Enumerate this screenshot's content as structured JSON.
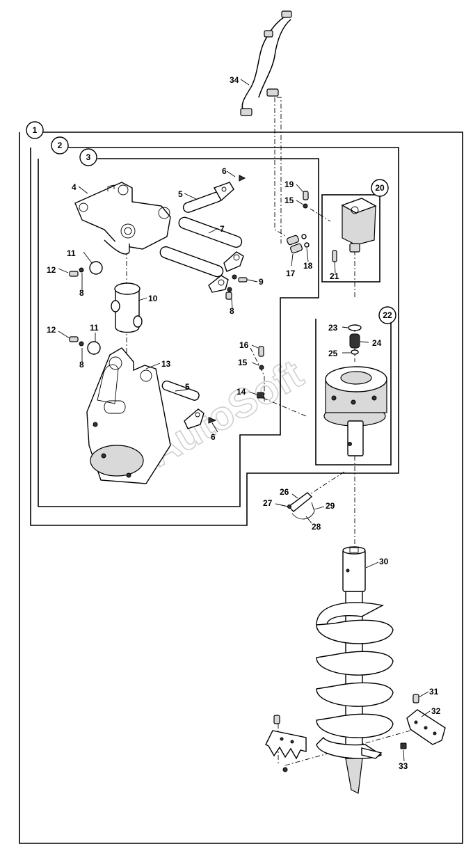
{
  "watermark": "AutoSoft",
  "assembly_callouts": [
    {
      "id": "ref-1",
      "label": "1"
    },
    {
      "id": "ref-2",
      "label": "2"
    },
    {
      "id": "ref-3",
      "label": "3"
    },
    {
      "id": "ref-20",
      "label": "20"
    },
    {
      "id": "ref-22",
      "label": "22"
    }
  ],
  "part_labels": {
    "p4": "4",
    "p5a": "5",
    "p5b": "5",
    "p6a": "6",
    "p6b": "6",
    "p7": "7",
    "p8a": "8",
    "p8b": "8",
    "p8c": "8",
    "p9": "9",
    "p10": "10",
    "p11a": "11",
    "p11b": "11",
    "p12a": "12",
    "p12b": "12",
    "p13": "13",
    "p14": "14",
    "p15a": "15",
    "p15b": "15",
    "p16": "16",
    "p17": "17",
    "p18": "18",
    "p19": "19",
    "p21": "21",
    "p23": "23",
    "p24": "24",
    "p25": "25",
    "p26": "26",
    "p27": "27",
    "p28": "28",
    "p29": "29",
    "p30": "30",
    "p31": "31",
    "p32": "32",
    "p33": "33",
    "p34": "34"
  }
}
